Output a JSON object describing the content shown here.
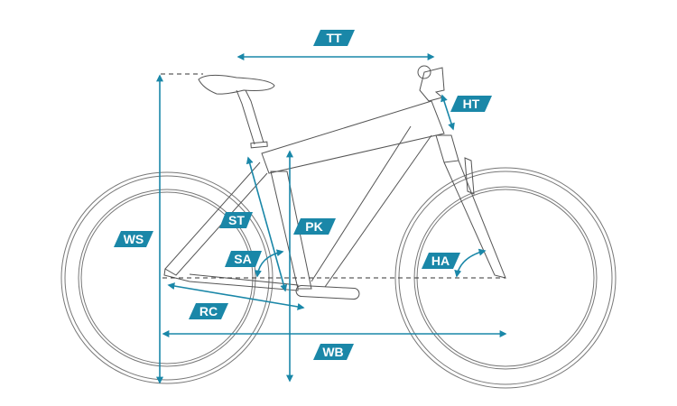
{
  "accent_color": "#1a87a8",
  "labels": {
    "tt": "TT",
    "ht": "HT",
    "st": "ST",
    "pk": "PK",
    "sa": "SA",
    "ws": "WS",
    "ha": "HA",
    "rc": "RC",
    "wb": "WB"
  }
}
